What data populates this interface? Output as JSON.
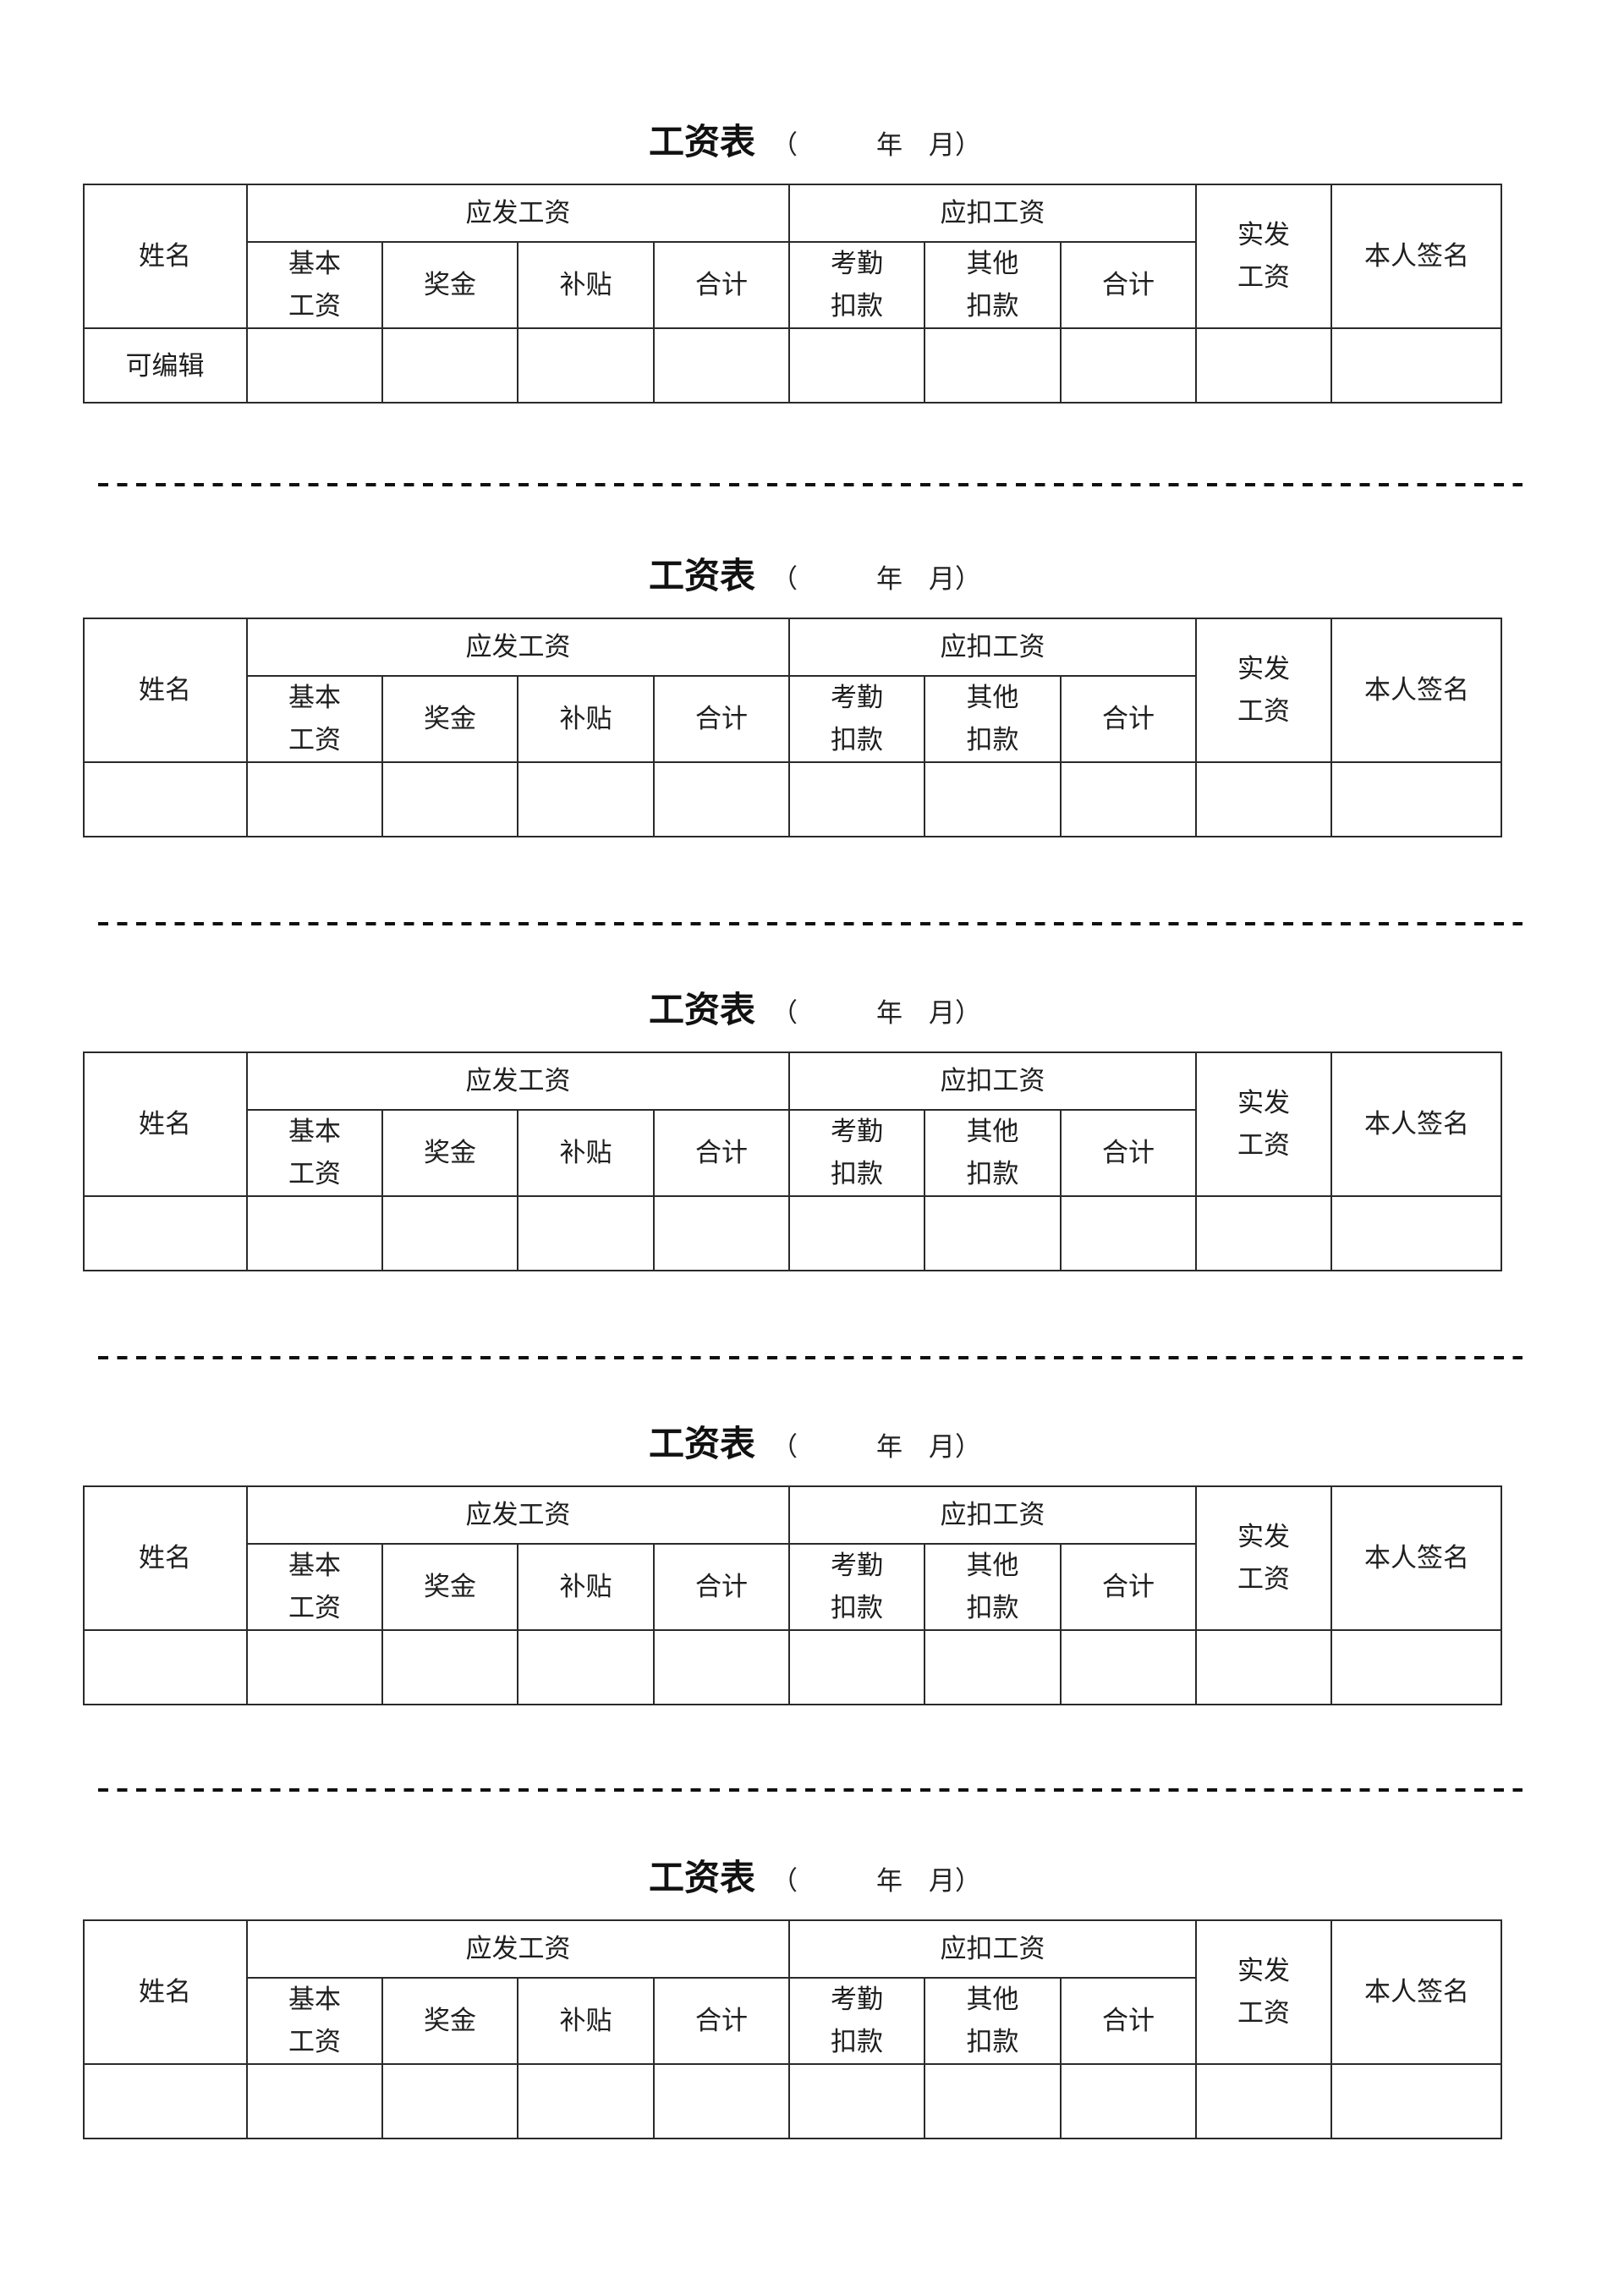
{
  "document": {
    "title": "工资表",
    "title_suffix": "（　　　年　月）",
    "sheet_count": 5
  },
  "header": {
    "name": "姓名",
    "gross_pay_group": "应发工资",
    "deduction_group": "应扣工资",
    "net_pay": "实发\n工资",
    "signature": "本人签名",
    "gross_columns": [
      "基本\n工资",
      "奖金",
      "补贴",
      "合计"
    ],
    "deduction_columns": [
      "考勤\n扣款",
      "其他\n扣款",
      "合计"
    ]
  },
  "sheets": [
    {
      "title": "工资表",
      "suffix": "（　　　年　月）",
      "row": [
        "可编辑",
        "",
        "",
        "",
        "",
        "",
        "",
        "",
        "",
        ""
      ]
    },
    {
      "title": "工资表",
      "suffix": "（　　　年　月）",
      "row": [
        "",
        "",
        "",
        "",
        "",
        "",
        "",
        "",
        "",
        ""
      ]
    },
    {
      "title": "工资表",
      "suffix": "（　　　年　月）",
      "row": [
        "",
        "",
        "",
        "",
        "",
        "",
        "",
        "",
        "",
        ""
      ]
    },
    {
      "title": "工资表",
      "suffix": "（　　　年　月）",
      "row": [
        "",
        "",
        "",
        "",
        "",
        "",
        "",
        "",
        "",
        ""
      ]
    },
    {
      "title": "工资表",
      "suffix": "（　　　年　月）",
      "row": [
        "",
        "",
        "",
        "",
        "",
        "",
        "",
        "",
        "",
        ""
      ]
    }
  ],
  "separators": {
    "style": "dashed",
    "count": 4
  },
  "colors": {
    "border": "#2a2a2a",
    "text": "#1e1e1e",
    "background": "#ffffff"
  }
}
